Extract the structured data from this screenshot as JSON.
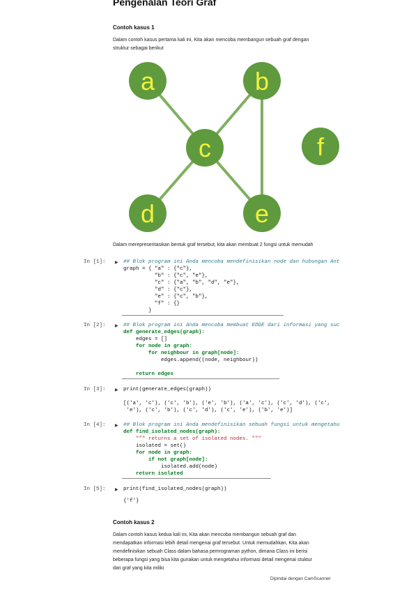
{
  "page": {
    "title": "Pengenalan Teori Graf"
  },
  "case1": {
    "heading": "Contoh kasus 1",
    "intro_line1": "Dalam contoh kasus pertama kali ini, Kita akan mencoba membangun sebuah graf dengan",
    "intro_line2": "struktur sebagai berikut",
    "after": "Dalam merepresentasikan bentuk graf tersebut, kita akan membuat 2 fungsi untuk memudah"
  },
  "graph": {
    "node_color": "#5f9a3e",
    "edge_color": "#7fb060",
    "label_color": "#f2f23a",
    "nodes": [
      "a",
      "b",
      "c",
      "d",
      "e",
      "f"
    ]
  },
  "cells": [
    {
      "prompt": "In [1]:",
      "lines": [
        "## Blok program ini Anda mencoba mendefinisikan node dan hubungan Ant",
        "graph = { \"a\" : {\"c\"},",
        "          \"b\" : {\"c\", \"e\"},",
        "          \"c\" : {\"a\", \"b\", \"d\", \"e\"},",
        "          \"d\" : {\"c\"},",
        "          \"e\" : {\"c\", \"b\"},",
        "          \"f\" : {}",
        "        }"
      ]
    },
    {
      "prompt": "In [2]:",
      "lines": [
        "## Blok program ini Anda mencoba membuat EDGE dari informasi yang suc",
        "def generate_edges(graph):",
        "    edges = []",
        "    for node in graph:",
        "        for neighbour in graph[node]:",
        "            edges.append((node, neighbour))",
        "",
        "    return edges"
      ]
    },
    {
      "prompt": "In [3]:",
      "lines": [
        "print(generate_edges(graph))"
      ],
      "output": [
        "[('a', 'c'), ('c', 'b'), ('e', 'b'), ('a', 'c'), ('c', 'd'), ('c',",
        " 'e'), ('c', 'b'), ('c', 'd'), ('c', 'e'), ('b', 'e')]"
      ]
    },
    {
      "prompt": "In [4]:",
      "lines": [
        "## Blok program ini Anda mendefinisikan sebuah fungsi untuk mengetahu",
        "def find_isolated_nodes(graph):",
        "    \"\"\" returns a set of isolated nodes. \"\"\"",
        "    isolated = set()",
        "    for node in graph:",
        "        if not graph[node]:",
        "            isolated.add(node)",
        "    return isolated"
      ]
    },
    {
      "prompt": "In [5]:",
      "lines": [
        "print(find_isolated_nodes(graph))"
      ],
      "output": [
        "{'f'}"
      ]
    }
  ],
  "case2": {
    "heading": "Contoh kasus 2",
    "lines": [
      "Dalam contoh kasus kedua kali ini, Kita akan mencoba membangun sebuah graf dan",
      "mendapatkan informasi lebih detail mengenai graf tersebut. Untuk memudahkan, Kita akan",
      "mendefinisikan sebuah Class dalam bahasa pemrograman python, dimana Class ini berisi",
      "beberapa fungsi yang bisa kita gunakan untuk mengetahui informasi detail mengenai stuktur",
      "dari graf yang kita miliki"
    ]
  },
  "footer": {
    "scanner": "Dipindai dengan CamScanner"
  }
}
